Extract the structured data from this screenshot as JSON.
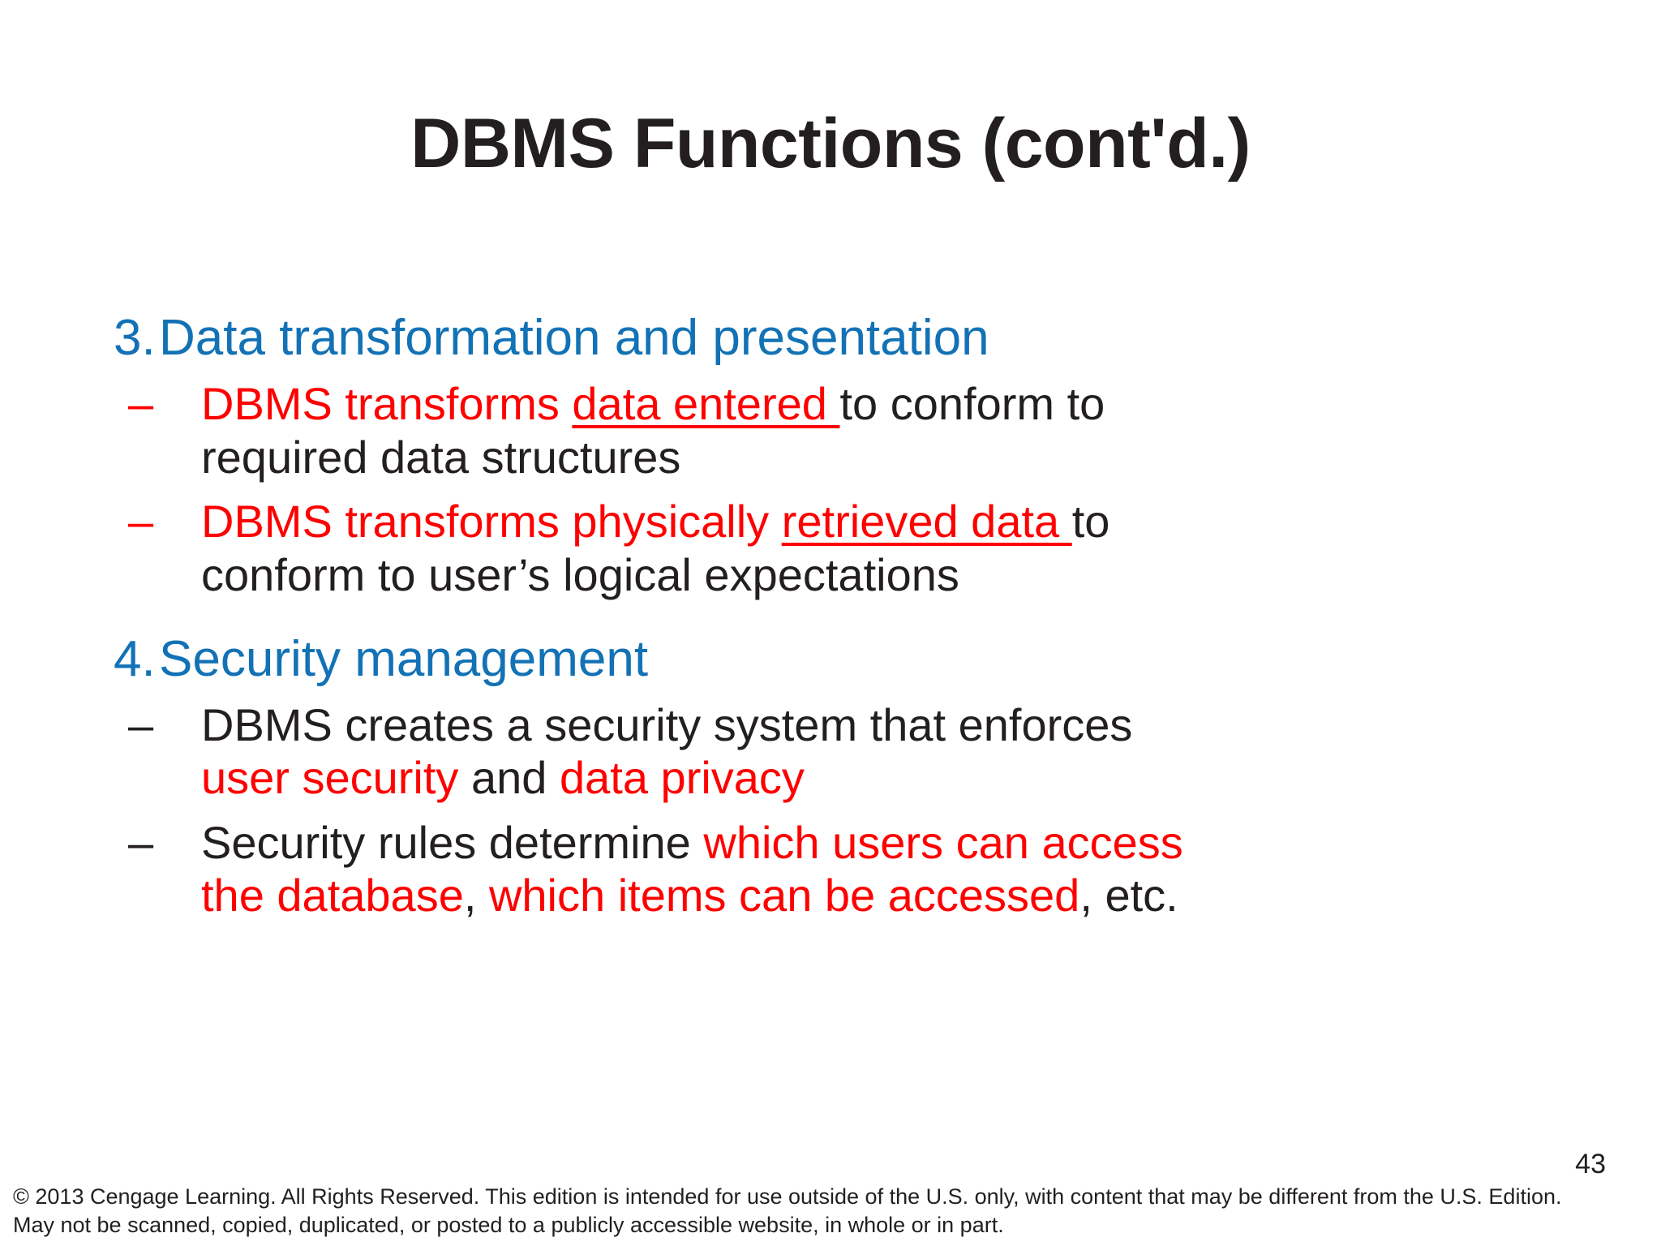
{
  "slide": {
    "title": "DBMS Functions (cont'd.)",
    "page_number": "43",
    "colors": {
      "heading_blue": "#1272b5",
      "emphasis_red": "#fe0000",
      "text_black": "#231f20",
      "background": "#ffffff"
    }
  },
  "content": {
    "item3": {
      "number": "3.",
      "heading": "Data transformation and presentation",
      "sub1": {
        "dash": "–",
        "part_red_1": "DBMS transforms ",
        "part_red_underlined": "data entered ",
        "part_black_1": "to conform to",
        "line2": "required data structures"
      },
      "sub2": {
        "dash": "–",
        "part_red_1": "DBMS transforms physically ",
        "part_red_underlined": "retrieved data ",
        "part_black_1": "to",
        "line2": "conform to user’s logical expectations"
      }
    },
    "item4": {
      "number": "4.",
      "heading": "Security management",
      "sub1": {
        "dash": "–",
        "part_black_1": "DBMS creates a security system that enforces",
        "line2_red_1": "user security",
        "line2_black_1": " and ",
        "line2_red_2": "data privacy"
      },
      "sub2": {
        "dash": "–",
        "part_black_1": "Security rules determine ",
        "part_red_1": "which users can access",
        "line2_red_1": "the database",
        "line2_black_1": ", ",
        "line2_red_2": "which items can be accessed",
        "line2_black_2": ", etc."
      }
    }
  },
  "footer": {
    "line1": "© 2013 Cengage Learning. All Rights Reserved. This edition is intended for use outside of the U.S. only, with content that may be different from the U.S. Edition.",
    "line2": "May not be scanned, copied, duplicated, or posted to a publicly accessible website, in whole or in part."
  }
}
